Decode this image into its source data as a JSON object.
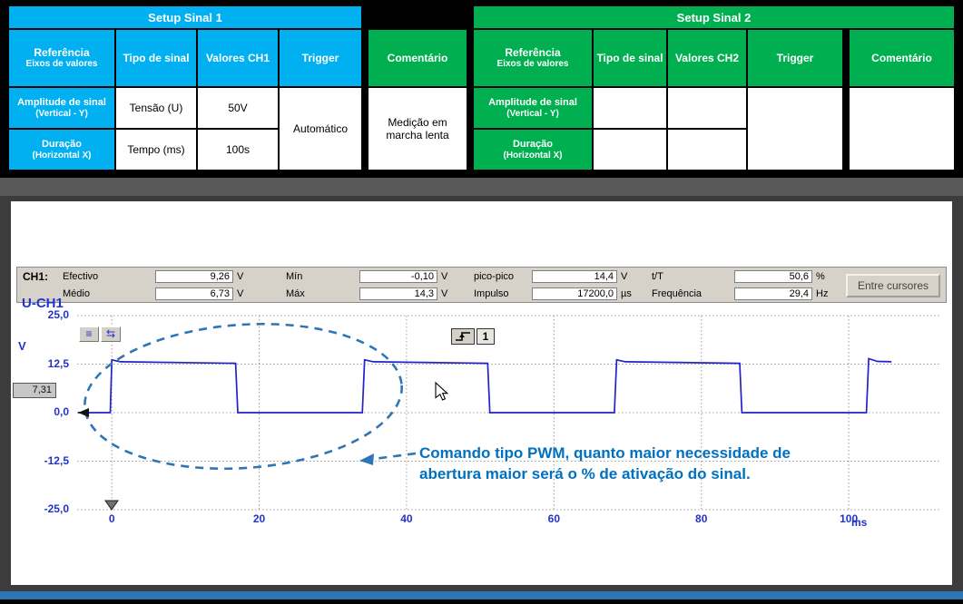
{
  "t1": {
    "title": "Setup Sinal 1",
    "h_ref": "Referência",
    "h_ref_sub": "Eixos de valores",
    "h_tipo": "Tipo de sinal",
    "h_val": "Valores CH1",
    "h_trig": "Trigger",
    "h_com": "Comentário",
    "r1_name": "Amplitude de sinal",
    "r1_name_sub": "(Vertical - Y)",
    "r1_tipo": "Tensão (U)",
    "r1_val": "50V",
    "r2_name": "Duração",
    "r2_name_sub": "(Horizontal X)",
    "r2_tipo": "Tempo (ms)",
    "r2_val": "100s",
    "trigger": "Automático",
    "comment": "Medição em marcha lenta"
  },
  "t2": {
    "title": "Setup Sinal 2",
    "h_ref": "Referência",
    "h_ref_sub": "Eixos de valores",
    "h_tipo": "Tipo de sinal",
    "h_val": "Valores CH2",
    "h_trig": "Trigger",
    "h_com": "Comentário",
    "r1_name": "Amplitude de sinal",
    "r1_name_sub": "(Vertical - Y)",
    "r1_tipo": "",
    "r1_val": "",
    "r2_name": "Duração",
    "r2_name_sub": "(Horizontal X)",
    "r2_tipo": "",
    "r2_val": "",
    "trigger": "",
    "comment": ""
  },
  "scope": {
    "ch_label": "CH1:",
    "row1": {
      "l1": "Efectivo",
      "v1": "9,26",
      "u1": "V",
      "l2": "Mín",
      "v2": "-0,10",
      "u2": "V",
      "l3": "pico-pico",
      "v3": "14,4",
      "u3": "V",
      "l4": "t/T",
      "v4": "50,6",
      "u4": "%"
    },
    "row2": {
      "l1": "Médio",
      "v1": "6,73",
      "u1": "V",
      "l2": "Máx",
      "v2": "14,3",
      "u2": "V",
      "l3": "Impulso",
      "v3": "17200,0",
      "u3": "µs",
      "l4": "Frequência",
      "v4": "29,4",
      "u4": "Hz"
    },
    "cursors_button": "Entre cursores",
    "channel_title": "U-CH1",
    "y_unit": "V",
    "x_unit": "ms",
    "position_value": "7,31",
    "trigger_channel": "1",
    "btn1_glyph": "≡",
    "btn2_glyph": "⇆"
  },
  "annotation": {
    "line1": "Comando tipo PWM, quanto maior necessidade de",
    "line2": "abertura maior será o % de ativação do sinal."
  },
  "colors": {
    "setup1_accent": "#00b0f0",
    "setup2_accent": "#00b050",
    "annotation_blue": "#0070c0",
    "waveform_blue": "#2222cc",
    "bottom_bar_blue": "#2e75b6"
  },
  "chart_data": {
    "type": "line",
    "title": "U-CH1",
    "xlabel": "ms",
    "ylabel": "V",
    "xlim": [
      -4.7,
      112.3
    ],
    "ylim": [
      -25,
      25
    ],
    "grid": true,
    "x_ticks": [
      0,
      20,
      40,
      60,
      80,
      100
    ],
    "x_tick_labels": [
      "0",
      "20",
      "40",
      "60",
      "80",
      "100"
    ],
    "y_ticks": [
      25,
      12.5,
      0,
      -12.5,
      -25
    ],
    "y_tick_labels": [
      "25,0",
      "12,5",
      "0,0",
      "-12,5",
      "-25,0"
    ],
    "series": [
      {
        "name": "U-CH1",
        "color": "#2222cc",
        "points": [
          [
            -4.6,
            0
          ],
          [
            -0.2,
            0
          ],
          [
            0,
            13.6
          ],
          [
            1.2,
            13.1
          ],
          [
            16.8,
            12.7
          ],
          [
            17.1,
            0
          ],
          [
            34,
            0
          ],
          [
            34.3,
            13.6
          ],
          [
            35.5,
            13.1
          ],
          [
            51,
            12.7
          ],
          [
            51.3,
            0
          ],
          [
            68.2,
            0
          ],
          [
            68.5,
            13.6
          ],
          [
            69.7,
            13.1
          ],
          [
            85.2,
            12.7
          ],
          [
            85.5,
            0
          ],
          [
            102.4,
            0
          ],
          [
            102.7,
            13.9
          ],
          [
            103.9,
            13.2
          ],
          [
            105.8,
            13.1
          ]
        ]
      }
    ],
    "measurements": {
      "efectivo_V": 9.26,
      "medio_V": 6.73,
      "min_V": -0.1,
      "max_V": 14.3,
      "pico_pico_V": 14.4,
      "impulso_us": 17200.0,
      "t_sobre_T_pct": 50.6,
      "frequencia_Hz": 29.4
    }
  }
}
